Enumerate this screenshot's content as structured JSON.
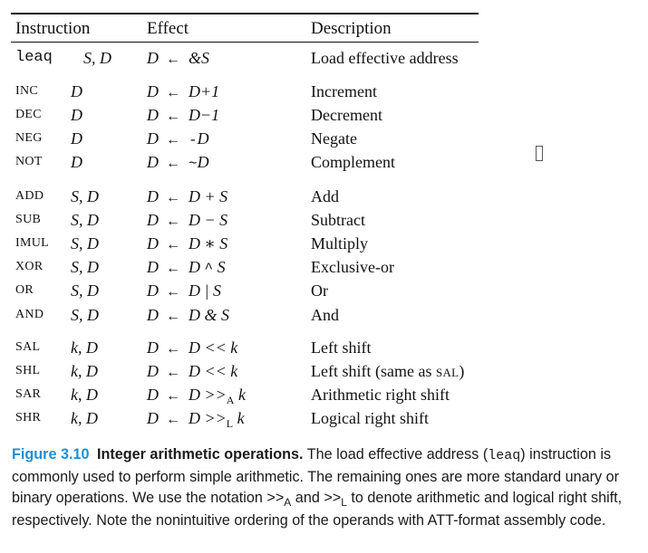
{
  "table": {
    "headers": {
      "instruction": "Instruction",
      "effect": "Effect",
      "description": "Description"
    },
    "arrow": "←",
    "groups": [
      {
        "rows": [
          {
            "instr": "leaq",
            "instr_mono": true,
            "ops": "S, D",
            "effect": [
              "D",
              "&S"
            ],
            "desc": "Load effective address"
          }
        ]
      },
      {
        "rows": [
          {
            "instr": "INC",
            "ops": "D",
            "effect": [
              "D",
              "D+1"
            ],
            "desc": "Increment"
          },
          {
            "instr": "DEC",
            "ops": "D",
            "effect": [
              "D",
              "D−1"
            ],
            "desc": "Decrement"
          },
          {
            "instr": "NEG",
            "ops": "D",
            "effect": [
              "D",
              "-D"
            ],
            "desc": "Negate"
          },
          {
            "instr": "NOT",
            "ops": "D",
            "effect": [
              "D",
              "~D"
            ],
            "desc": "Complement"
          }
        ]
      },
      {
        "rows": [
          {
            "instr": "ADD",
            "ops": "S, D",
            "effect": [
              "D",
              "D + S"
            ],
            "desc": "Add"
          },
          {
            "instr": "SUB",
            "ops": "S, D",
            "effect": [
              "D",
              "D − S"
            ],
            "desc": "Subtract"
          },
          {
            "instr": "IMUL",
            "ops": "S, D",
            "effect": [
              "D",
              "D ∗ S"
            ],
            "desc": "Multiply"
          },
          {
            "instr": "XOR",
            "ops": "S, D",
            "effect": [
              "D",
              "D ^ S"
            ],
            "desc": "Exclusive-or"
          },
          {
            "instr": "OR",
            "ops": "S, D",
            "effect": [
              "D",
              "D | S"
            ],
            "desc": "Or"
          },
          {
            "instr": "AND",
            "ops": "S, D",
            "effect": [
              "D",
              "D & S"
            ],
            "desc": "And"
          }
        ]
      },
      {
        "rows": [
          {
            "instr": "SAL",
            "ops": "k, D",
            "effect": [
              "D",
              "D << k"
            ],
            "desc": "Left shift"
          },
          {
            "instr": "SHL",
            "ops": "k, D",
            "effect": [
              "D",
              "D << k"
            ],
            "desc": "Left shift (same as ",
            "desc_sc": "SAL",
            "desc_tail": ")"
          },
          {
            "instr": "SAR",
            "ops": "k, D",
            "effect": [
              "D",
              "D >>A k"
            ],
            "desc": "Arithmetic right shift"
          },
          {
            "instr": "SHR",
            "ops": "k, D",
            "effect": [
              "D",
              "D >>L k"
            ],
            "desc": "Logical right shift"
          }
        ]
      }
    ]
  },
  "caption": {
    "figure_label": "Figure 3.10",
    "title": "Integer arithmetic operations.",
    "text_1": " The load effective address (",
    "code": "leaq",
    "text_2": ") instruction is commonly used to perform simple arithmetic. The remaining ones are more standard unary or binary operations. We use the notation ",
    "op_a": ">>",
    "sub_a": "A",
    "text_3": " and ",
    "op_l": ">>",
    "sub_l": "L",
    "text_4": " to denote arithmetic and logical right shift, respectively. Note the nonintuitive ordering of the operands with ATT-format assembly code."
  },
  "colors": {
    "figure_label": "#1d8fd6",
    "rule": "#111111"
  }
}
